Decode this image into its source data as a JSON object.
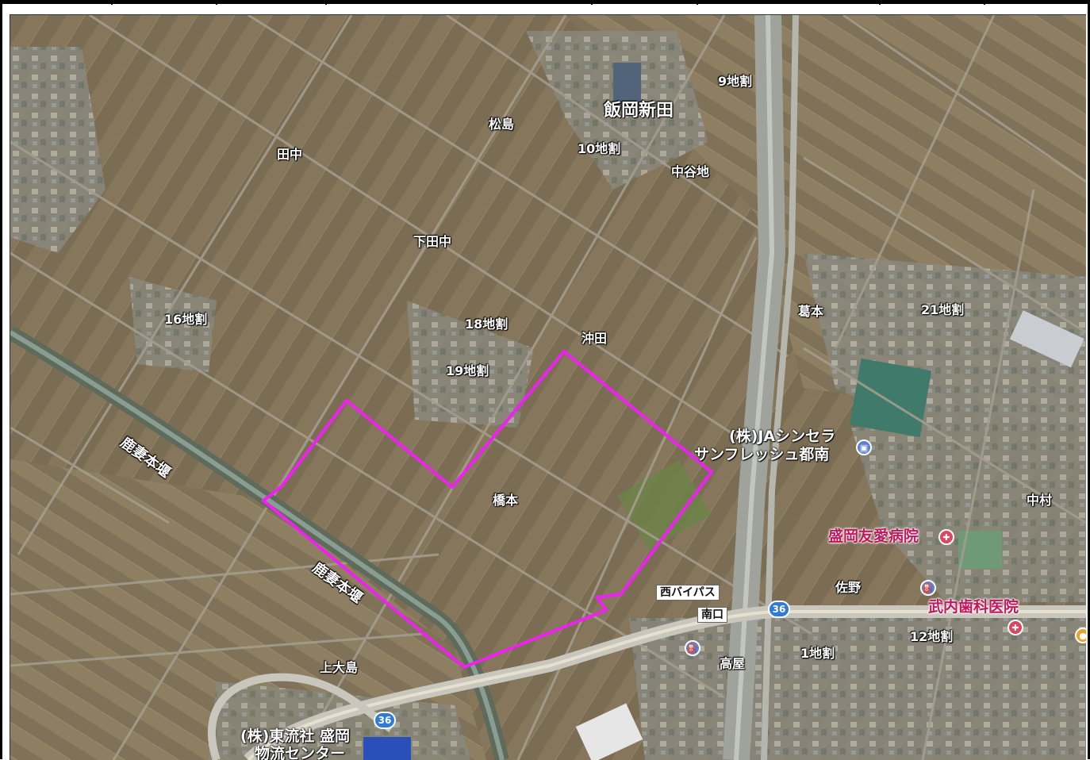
{
  "map": {
    "labels": {
      "sanchiwari9": "9地割",
      "iioka_shinden": "飯岡新田",
      "matsushima": "松島",
      "tanaka": "田中",
      "chiwari10": "10地割",
      "nakayachi": "中谷地",
      "shimotanaka": "下田中",
      "chiwari16": "16地割",
      "chiwari18": "18地割",
      "okita": "沖田",
      "kuzumoto": "葛本",
      "chiwari21": "21地割",
      "chiwari19": "19地割",
      "ja_line1": "(株)JAシンセラ",
      "ja_line2": "サンフレッシュ都南",
      "kazuma_honbori_1": "鹿妻本堰",
      "hashimoto": "橋本",
      "nakamura": "中村",
      "morioka_yuai": "盛岡友愛病院",
      "sano": "佐野",
      "nishi_bypass": "西バイパス",
      "minamiguchi": "南口",
      "takeuchi_dental": "武内歯科医院",
      "kazuma_honbori_2": "鹿妻本堰",
      "chiwari12": "12地割",
      "chiwari1": "1地割",
      "takaya": "高屋",
      "kamioshima": "上大島",
      "toryusha_line1": "(株)東流社 盛岡",
      "toryusha_line2": "物流センター"
    },
    "route_number": "36",
    "colors": {
      "boundary": "#ee22ee",
      "route_shield": "#2f7bd6",
      "hospital_text": "#c2185b"
    },
    "icons": [
      "shopping-pin-icon",
      "hospital-pin-icon",
      "dental-pin-icon",
      "gas-station-pin-icon",
      "route-36-shield-icon"
    ]
  }
}
